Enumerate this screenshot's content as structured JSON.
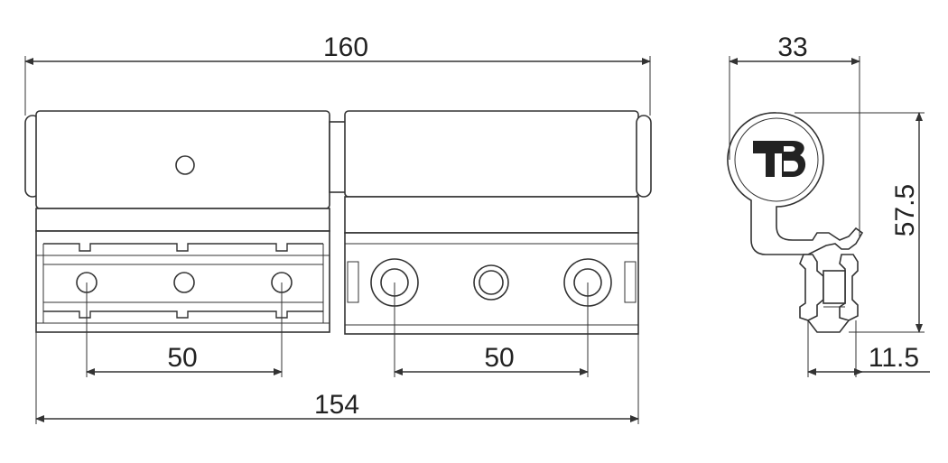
{
  "dimensions": {
    "overall_width": "160",
    "hole_pitch_left": "50",
    "hole_pitch_right": "50",
    "base_width": "154",
    "side_width": "33",
    "side_height": "57.5",
    "side_offset": "11.5"
  },
  "logo": {
    "text": "TB"
  },
  "colors": {
    "line": "#333333",
    "background": "#ffffff",
    "logo_fill": "#222222"
  }
}
